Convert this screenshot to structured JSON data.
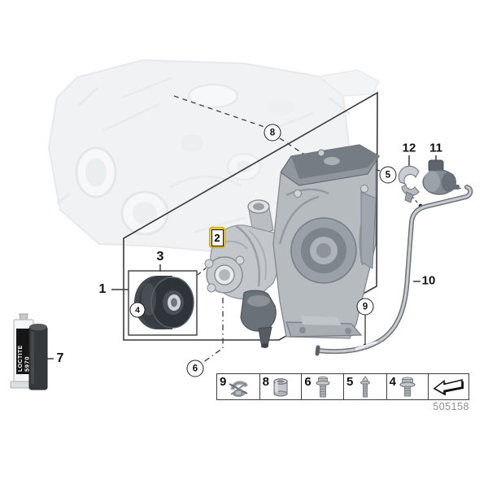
{
  "page": {
    "background": "#ffffff"
  },
  "diagram": {
    "part_number": "505158",
    "callouts": {
      "c1": "1",
      "c2": "2",
      "c3": "3",
      "c4": "4",
      "c5": "5",
      "c6": "6",
      "c7": "7",
      "c8": "8",
      "c9": "9",
      "c10": "10",
      "c11": "11",
      "c12": "12"
    },
    "highlight": {
      "callout": "2",
      "color": "#f2cf1d"
    },
    "sealant_label": {
      "brand": "LOCTITE",
      "code": "5970"
    },
    "legend": {
      "cells": [
        {
          "label": "9",
          "icon": "hose-clamp-icon"
        },
        {
          "label": "8",
          "icon": "sleeve-bushing-icon"
        },
        {
          "label": "6",
          "icon": "flange-bolt-icon"
        },
        {
          "label": "5",
          "icon": "stud-bolt-icon"
        },
        {
          "label": "4",
          "icon": "hex-flange-bolt-icon"
        },
        {
          "label": "",
          "icon": "page-back-arrow-icon"
        }
      ]
    },
    "colors": {
      "line": "#3a3a3a",
      "part_number_gray": "#8d8d8d",
      "highlight_yellow": "#f2cf1d"
    }
  }
}
